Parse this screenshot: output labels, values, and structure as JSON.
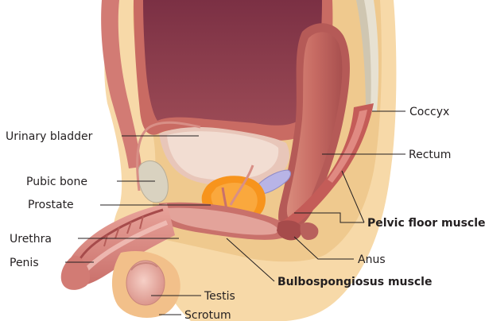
{
  "labels": {
    "urinary_bladder": "Urinary bladder",
    "pubic_bone": "Pubic bone",
    "prostate": "Prostate",
    "urethra": "Urethra",
    "penis": "Penis",
    "testis": "Testis",
    "scrotum": "Scrotum",
    "coccyx": "Coccyx",
    "rectum": "Rectum",
    "pelvic_floor_muscles": "Pelvic floor muscles",
    "anus": "Anus",
    "bulbospongiosus_muscle": "Bulbospongiosus muscle"
  },
  "colors": {
    "skin": "#f7d9a8",
    "fat": "#efc98e",
    "muscle_light": "#e8a9a0",
    "muscle": "#c9716b",
    "muscle_dark": "#a64b4b",
    "bladder_inner": "#8a3c4a",
    "prostate": "#f7941d",
    "bone": "#d9d2c0",
    "seminal_vesicle": "#b8b4e6",
    "label_text": "#231f20"
  },
  "icons": [
    "anatomy-illustration"
  ]
}
